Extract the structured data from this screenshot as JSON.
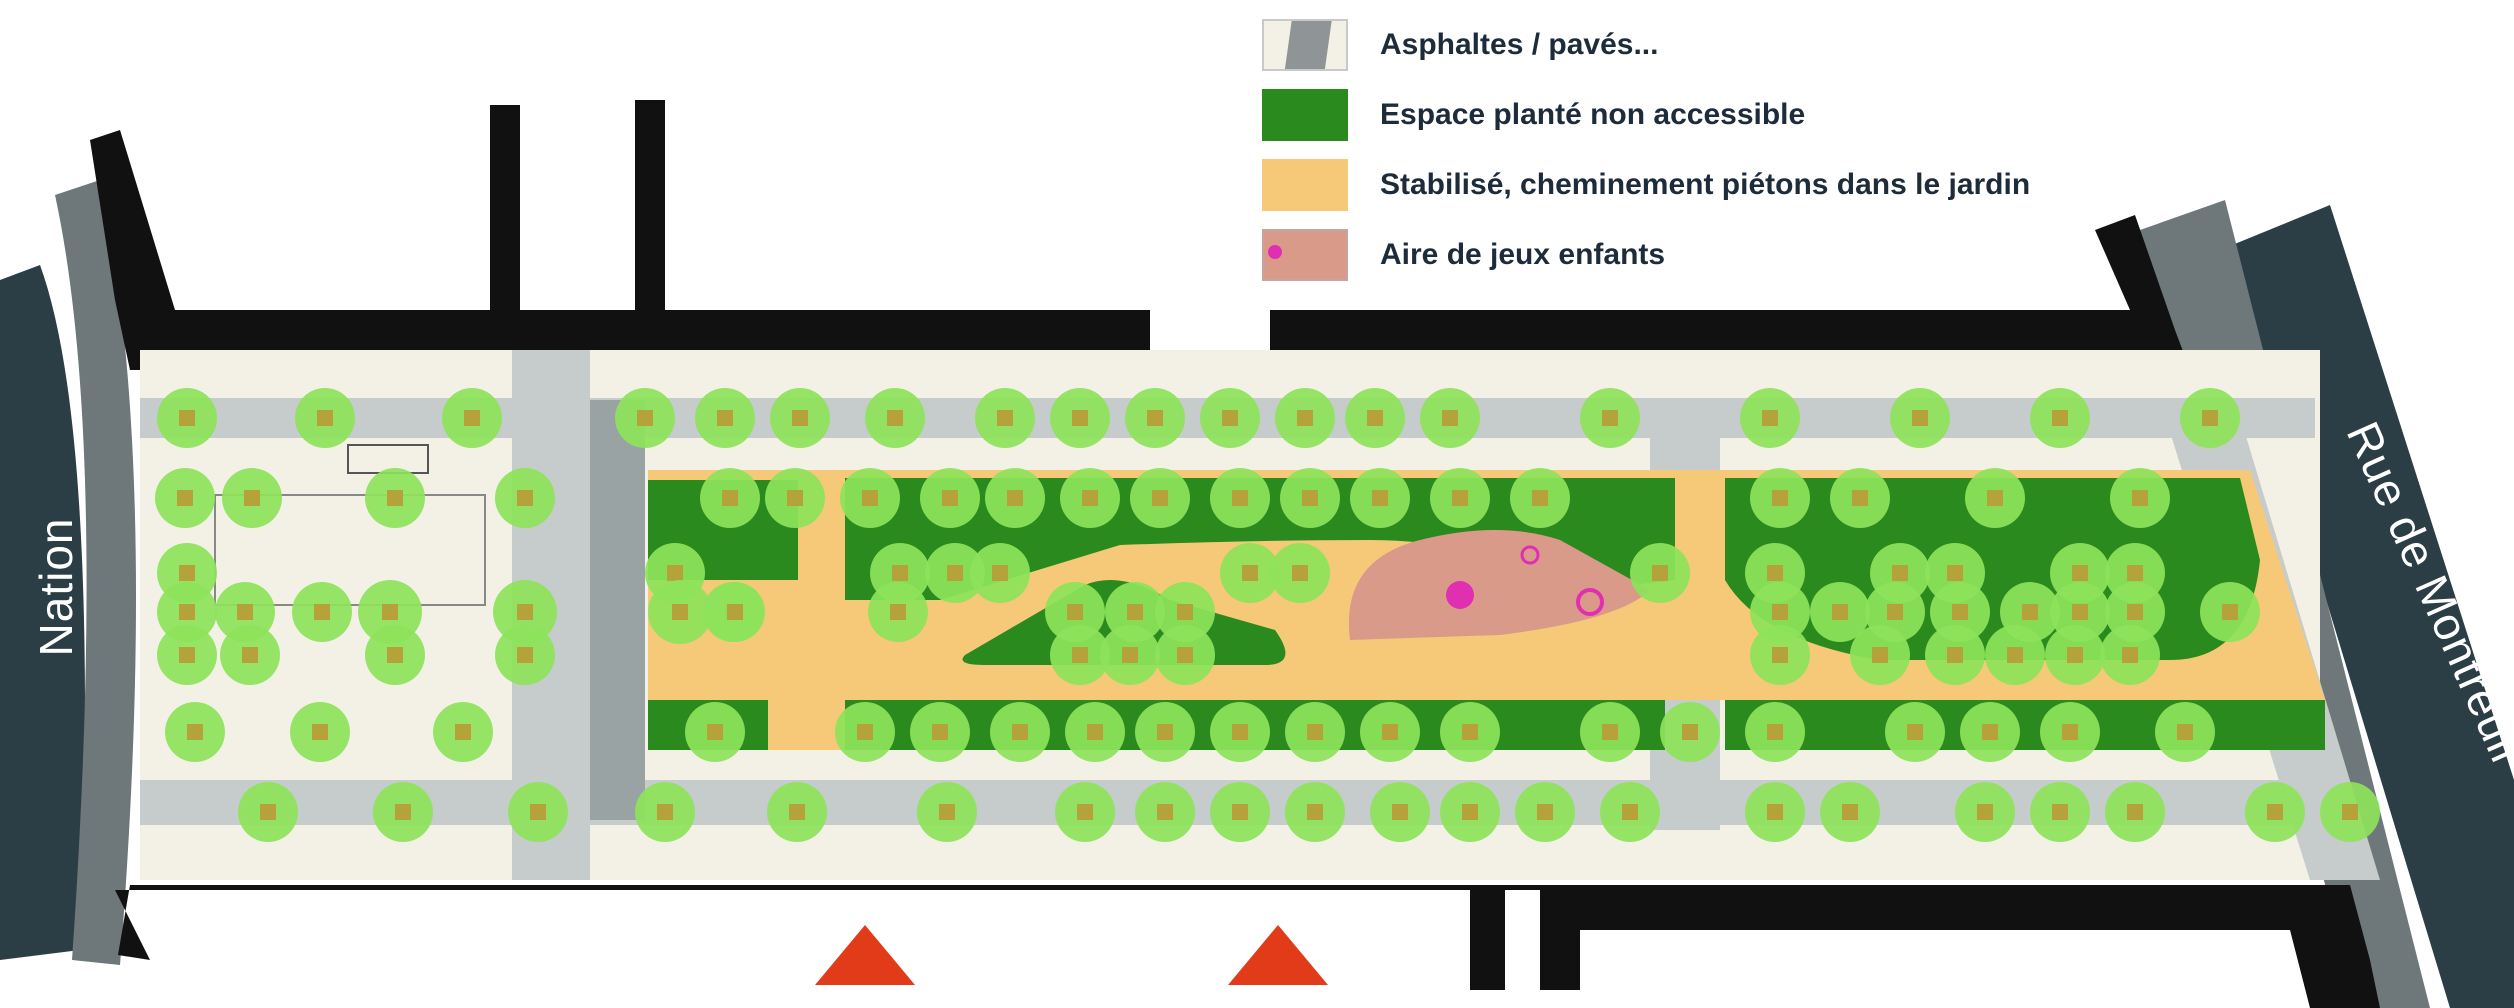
{
  "legend": {
    "items": [
      {
        "label": "Asphaltes / pavés...",
        "color": "#c5cccb",
        "icon": "paving-swatch"
      },
      {
        "label": "Espace planté non accessible",
        "color": "#2a8a1e",
        "icon": "planted-swatch"
      },
      {
        "label": "Stabilisé, cheminement piétons dans le jardin",
        "color": "#f6c978",
        "icon": "path-swatch"
      },
      {
        "label": "Aire de jeux enfants",
        "color": "#d99a8a",
        "icon": "playground-swatch"
      }
    ]
  },
  "streets": {
    "left": "Nation",
    "right": "Rue de Montreuil"
  },
  "colors": {
    "building": "#111111",
    "road": "#2c3e45",
    "sidewalk": "#6e777a",
    "paving": "#c5cccb",
    "plaza": "#f3f1e6",
    "planted": "#2a8a1e",
    "path": "#f6c978",
    "playground": "#d99a8a",
    "tree": "#8de35a",
    "tree_center": "#b5a23a",
    "entrance": "#e23b1a"
  },
  "entrances": {
    "count": 2,
    "icon": "entrance-triangle-icon"
  }
}
